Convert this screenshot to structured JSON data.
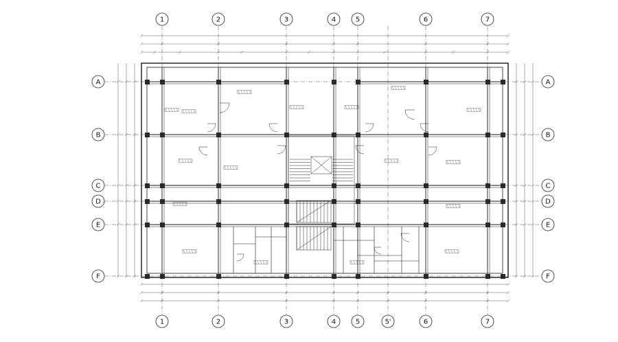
{
  "grid": {
    "columns_top": [
      "1",
      "2",
      "3",
      "4",
      "5",
      "6",
      "7"
    ],
    "columns_bottom": [
      "1",
      "2",
      "3",
      "4",
      "5",
      "5'",
      "6",
      "7"
    ],
    "rows": [
      "A",
      "B",
      "C",
      "D",
      "E",
      "F"
    ]
  },
  "drawing": {
    "line_color": "#1a1a1a",
    "hatch_color": "#444444",
    "column_fill": "#2a2a2a"
  }
}
